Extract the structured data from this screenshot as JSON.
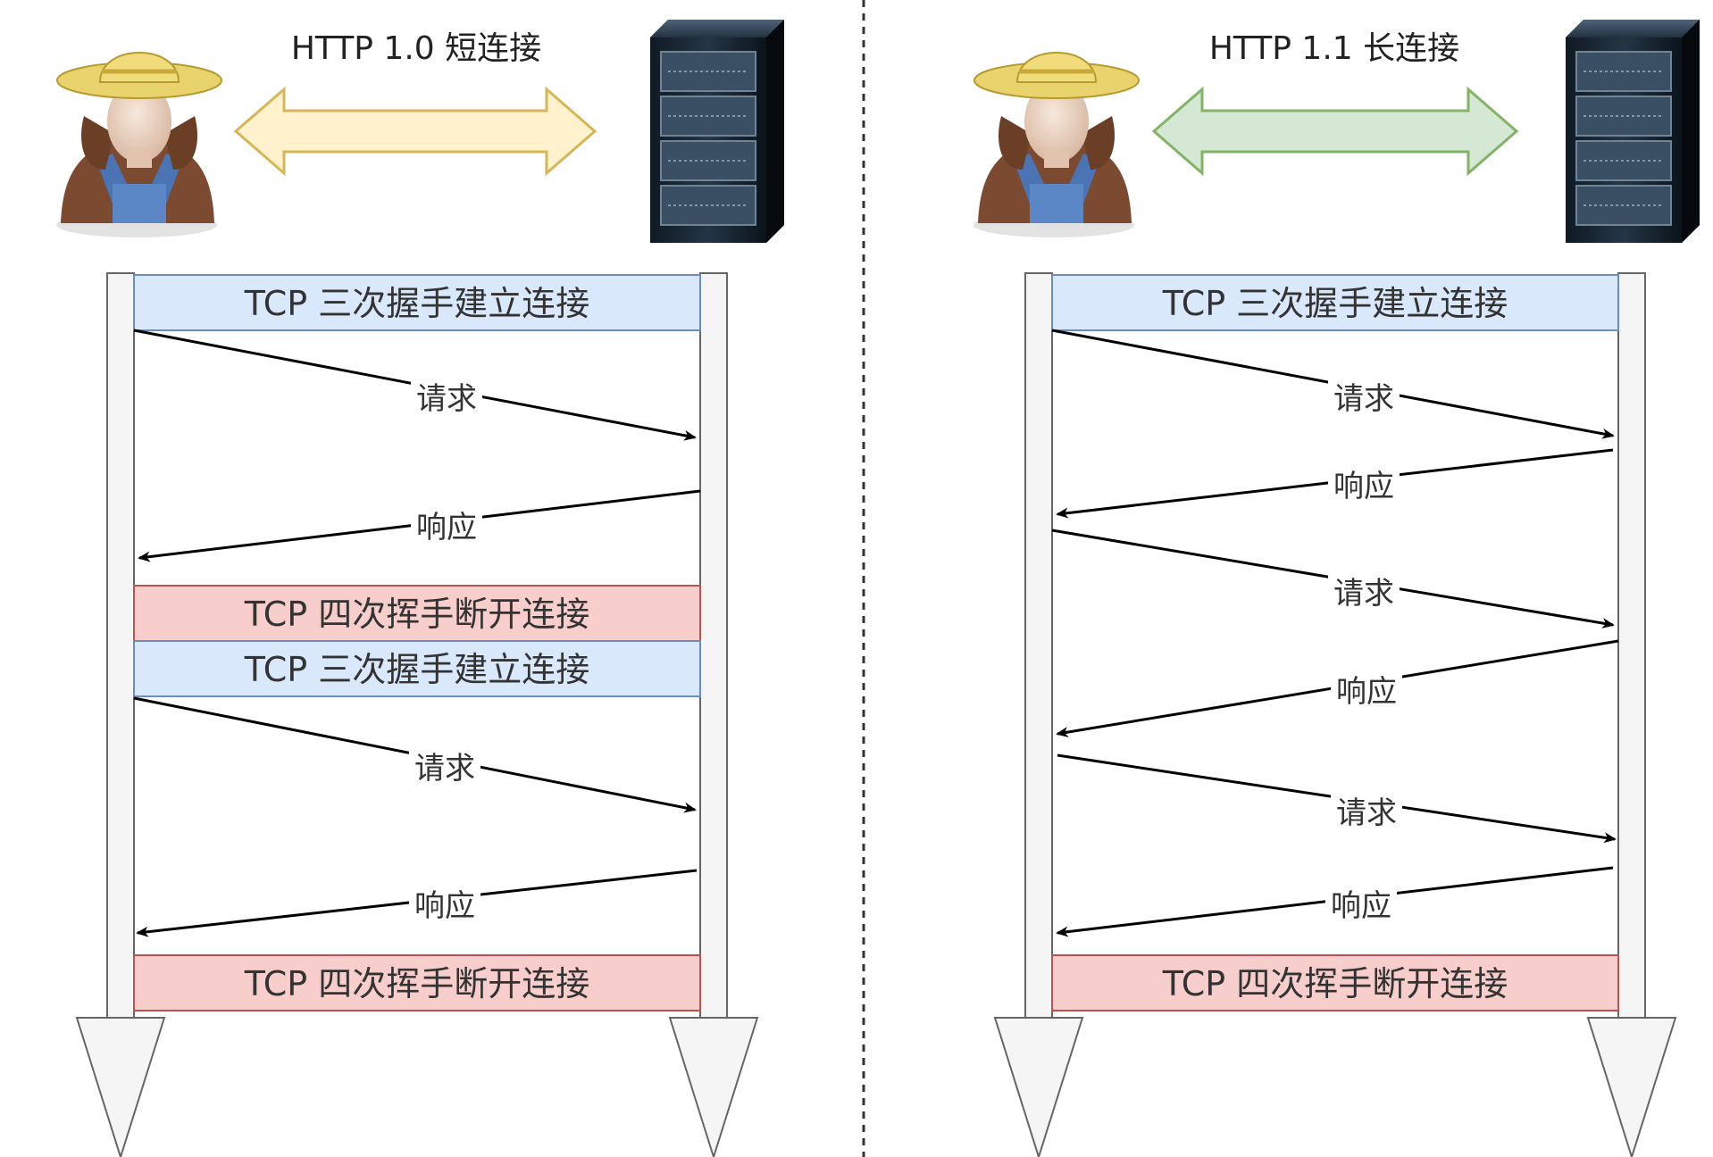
{
  "panels": [
    {
      "title": "HTTP 1.0 短连接",
      "arrow_colors": {
        "fill": "#fff2cc",
        "stroke": "#d6b656"
      },
      "boxes": [
        {
          "label": "TCP 三次握手建立连接",
          "kind": "open"
        },
        {
          "label": "TCP 四次挥手断开连接",
          "kind": "close"
        },
        {
          "label": "TCP 三次握手建立连接",
          "kind": "open"
        },
        {
          "label": "TCP 四次挥手断开连接",
          "kind": "close"
        }
      ],
      "messages": [
        {
          "label": "请求",
          "direction": "to-server"
        },
        {
          "label": "响应",
          "direction": "to-client"
        },
        {
          "label": "请求",
          "direction": "to-server"
        },
        {
          "label": "响应",
          "direction": "to-client"
        }
      ]
    },
    {
      "title": "HTTP 1.1 长连接",
      "arrow_colors": {
        "fill": "#d5e8d4",
        "stroke": "#82b366"
      },
      "boxes": [
        {
          "label": "TCP 三次握手建立连接",
          "kind": "open"
        },
        {
          "label": "TCP 四次挥手断开连接",
          "kind": "close"
        }
      ],
      "messages": [
        {
          "label": "请求",
          "direction": "to-server"
        },
        {
          "label": "响应",
          "direction": "to-client"
        },
        {
          "label": "请求",
          "direction": "to-server"
        },
        {
          "label": "响应",
          "direction": "to-client"
        },
        {
          "label": "请求",
          "direction": "to-server"
        },
        {
          "label": "响应",
          "direction": "to-client"
        }
      ]
    }
  ],
  "colors": {
    "open_box_fill": "#dae8fc",
    "open_box_stroke": "#6c8ebf",
    "close_box_fill": "#f8cecc",
    "close_box_stroke": "#b85450",
    "lifeline_fill": "#f5f5f5",
    "lifeline_stroke": "#666666",
    "divider": "#333333"
  },
  "icons": [
    "person-icon",
    "server-icon"
  ]
}
